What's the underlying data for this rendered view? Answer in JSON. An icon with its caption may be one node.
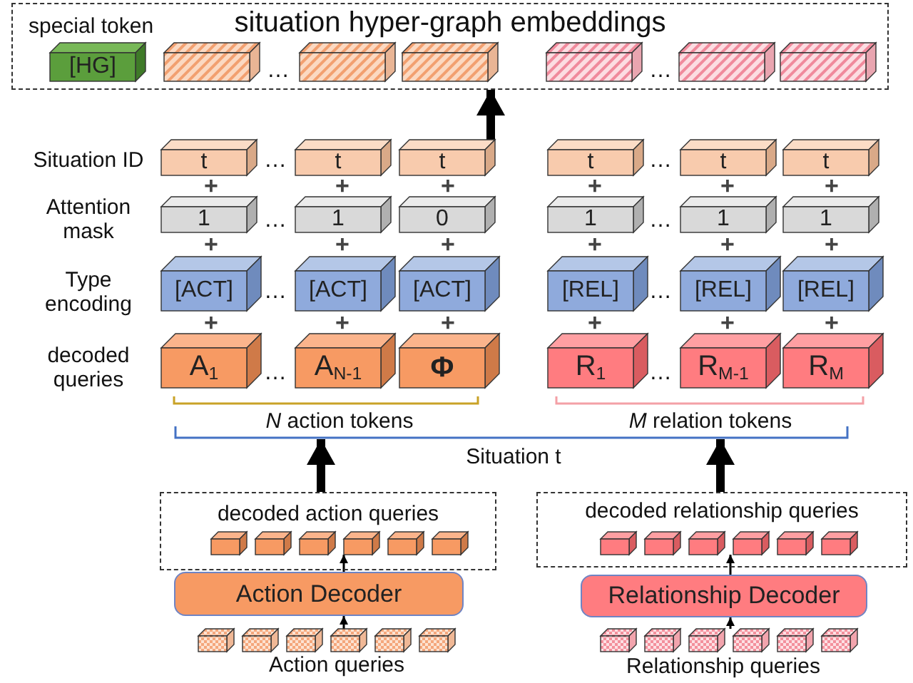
{
  "diagram": {
    "nodes": [
      {
        "text": [
          "situation hyper-graph embeddings"
        ]
      },
      {
        "text": [
          "[HG]"
        ],
        "in": 0,
        "beside": [
          "special token"
        ]
      },
      {
        "text": [],
        "shape": "box",
        "in": 0
      },
      {
        "text": [],
        "shape": "box",
        "in": 0
      },
      {
        "text": [],
        "shape": "box",
        "in": 0
      },
      {
        "text": [],
        "shape": "box",
        "in": 0
      },
      {
        "text": [],
        "shape": "box",
        "in": 0
      },
      {
        "text": [],
        "shape": "box",
        "in": 0
      },
      {
        "text": [
          "t"
        ]
      },
      {
        "text": [
          "t"
        ]
      },
      {
        "text": [
          "t"
        ]
      },
      {
        "text": [
          "t"
        ]
      },
      {
        "text": [
          "t"
        ]
      },
      {
        "text": [
          "t"
        ]
      },
      {
        "text": [
          "1"
        ]
      },
      {
        "text": [
          "1"
        ]
      },
      {
        "text": [
          "0"
        ]
      },
      {
        "text": [
          "1"
        ]
      },
      {
        "text": [
          "1"
        ]
      },
      {
        "text": [
          "1"
        ]
      },
      {
        "text": [
          "[ACT]"
        ]
      },
      {
        "text": [
          "[ACT]"
        ]
      },
      {
        "text": [
          "[ACT]"
        ]
      },
      {
        "text": [
          "[REL]"
        ]
      },
      {
        "text": [
          "[REL]"
        ]
      },
      {
        "text": [
          "[REL]"
        ]
      },
      {
        "text": [
          "A$_{1}$"
        ]
      },
      {
        "text": [
          "A$_{N-1}$"
        ]
      },
      {
        "text": [
          "Φ"
        ]
      },
      {
        "text": [
          "R$_{1}$"
        ]
      },
      {
        "text": [
          "R$_{M-1}$"
        ]
      },
      {
        "text": [
          "R$_{M}$"
        ]
      },
      {
        "text": [
          "decoded action queries"
        ]
      },
      {
        "text": [],
        "shape": "box",
        "in": 32
      },
      {
        "text": [],
        "shape": "box",
        "in": 32
      },
      {
        "text": [],
        "shape": "box",
        "in": 32
      },
      {
        "text": [],
        "shape": "box",
        "in": 32
      },
      {
        "text": [],
        "shape": "box",
        "in": 32
      },
      {
        "text": [],
        "shape": "box",
        "in": 32
      },
      {
        "text": [
          "Action Decoder"
        ]
      },
      {
        "text": [],
        "shape": "box"
      },
      {
        "text": [],
        "shape": "box"
      },
      {
        "text": [],
        "shape": "box"
      },
      {
        "text": [],
        "shape": "box"
      },
      {
        "text": [],
        "shape": "box"
      },
      {
        "text": [],
        "shape": "box"
      },
      {
        "text": [
          "decoded relationship queries"
        ]
      },
      {
        "text": [],
        "shape": "box",
        "in": 46
      },
      {
        "text": [],
        "shape": "box",
        "in": 46
      },
      {
        "text": [],
        "shape": "box",
        "in": 46
      },
      {
        "text": [],
        "shape": "box",
        "in": 46
      },
      {
        "text": [],
        "shape": "box",
        "in": 46
      },
      {
        "text": [],
        "shape": "box",
        "in": 46
      },
      {
        "text": [
          "Relationship Decoder"
        ]
      },
      {
        "text": [],
        "shape": "box"
      },
      {
        "text": [],
        "shape": "box"
      },
      {
        "text": [],
        "shape": "box"
      },
      {
        "text": [],
        "shape": "box"
      },
      {
        "text": [],
        "shape": "box"
      },
      {
        "text": [],
        "shape": "box"
      },
      {
        "text": [],
        "shape": "bar"
      }
    ],
    "edges": [
      {
        "from": 10,
        "to": 0,
        "arrow": "to",
        "style": "thick"
      },
      {
        "from": 32,
        "to": 60,
        "arrow": "to",
        "style": "thick"
      },
      {
        "from": 46,
        "to": 60,
        "arrow": "to",
        "style": "thick"
      },
      {
        "from": 39,
        "to": 36,
        "arrow": "to"
      },
      {
        "from": 43,
        "to": 39,
        "arrow": "to"
      },
      {
        "from": 53,
        "to": 50,
        "arrow": "to"
      },
      {
        "from": 57,
        "to": 53,
        "arrow": "to"
      }
    ],
    "labels": [
      "…",
      "…",
      "Situation ID",
      "…",
      "…",
      "+",
      "+",
      "+",
      "+",
      "+",
      "+",
      "Attention mask",
      "…",
      "…",
      "+",
      "+",
      "+",
      "+",
      "+",
      "+",
      "Type encoding",
      "…",
      "…",
      "+",
      "+",
      "+",
      "+",
      "+",
      "+",
      "decoded queries",
      "…",
      "…",
      "*N* action tokens",
      "*M* relation tokens",
      "Situation t",
      "Action queries",
      "Relationship queries"
    ]
  }
}
